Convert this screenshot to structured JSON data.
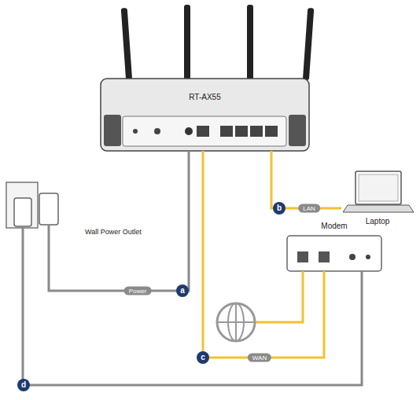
{
  "diagram": {
    "nodes": [
      {
        "text": [
          "RT-AX55"
        ]
      },
      {
        "text": [
          "Laptop"
        ]
      },
      {
        "text": [
          "Wall Power Outlet"
        ]
      },
      {
        "text": [
          "Modem"
        ]
      }
    ],
    "edges": [
      {
        "from": 2,
        "to": 0,
        "label": "Power",
        "arrow": "none"
      },
      {
        "from": 0,
        "to": 1,
        "label": "LAN",
        "arrow": "none"
      },
      {
        "from": 0,
        "to": 3,
        "label": "WAN",
        "arrow": "none"
      },
      {
        "from": 2,
        "to": 3,
        "arrow": "none"
      }
    ],
    "labels": [
      "a",
      "b",
      "c",
      "d"
    ]
  }
}
